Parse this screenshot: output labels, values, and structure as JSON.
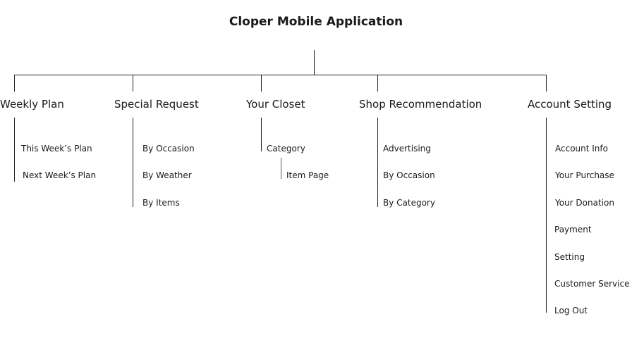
{
  "title": "Cloper Mobile Application",
  "sections": [
    {
      "label": "Weekly Plan",
      "items": [
        "This Week’s Plan",
        "Next Week’s Plan"
      ]
    },
    {
      "label": "Special Request",
      "items": [
        "By Occasion",
        "By Weather",
        "By Items"
      ]
    },
    {
      "label": "Your Closet",
      "items": [
        "Category"
      ],
      "subitems": [
        "Item Page"
      ]
    },
    {
      "label": "Shop Recommendation",
      "items": [
        "Advertising",
        "By Occasion",
        "By Category"
      ]
    },
    {
      "label": "Account Setting",
      "items": [
        "Account Info",
        "Your Purchase",
        "Your Donation",
        "Payment",
        "Setting",
        "Customer Service",
        "Log Out"
      ]
    }
  ]
}
